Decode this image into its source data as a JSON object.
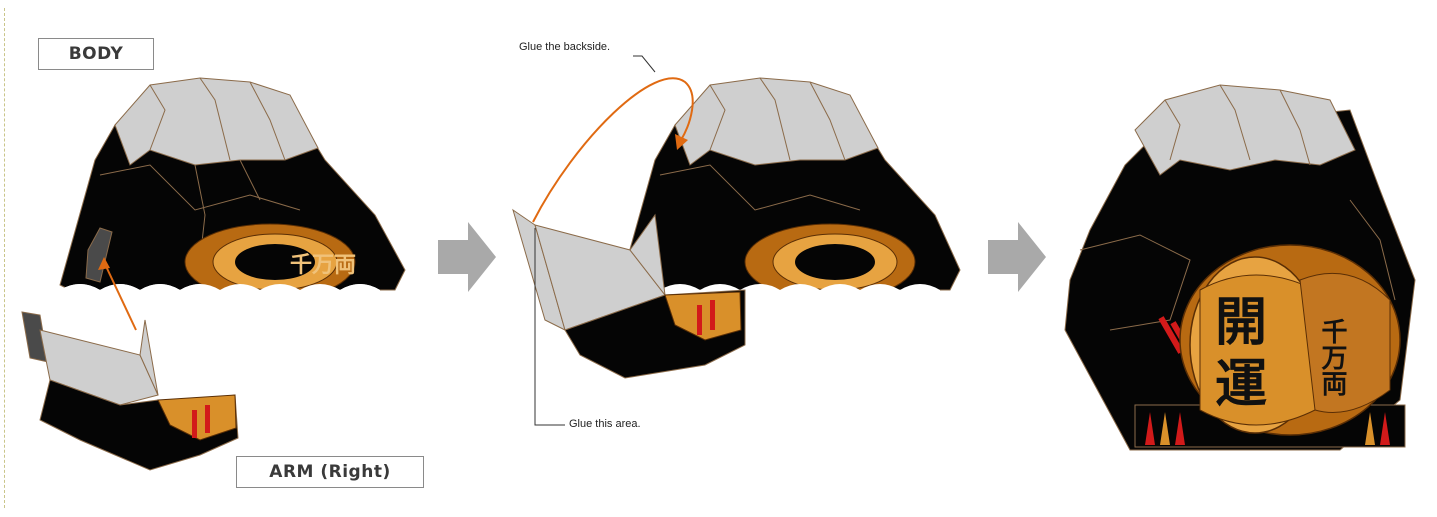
{
  "labels": {
    "body": "BODY",
    "arm_right": "ARM (Right)"
  },
  "notes": {
    "glue_backside": "Glue the backside.",
    "glue_area": "Glue this area."
  },
  "colors": {
    "body_black": "#050505",
    "top_grey": "#cfcfcf",
    "outline_brown": "#8b6b4a",
    "glue_arrow_orange": "#e06a12",
    "next_arrow_grey": "#a9a9a9",
    "gold": "#d9902a",
    "red": "#d21a1a"
  },
  "icons": {
    "next_step": "right-arrow-icon",
    "glue_direction": "curved-arrow-icon"
  },
  "emblem_text": {
    "char_1": "開",
    "char_2": "運",
    "side_text": "千万両"
  }
}
